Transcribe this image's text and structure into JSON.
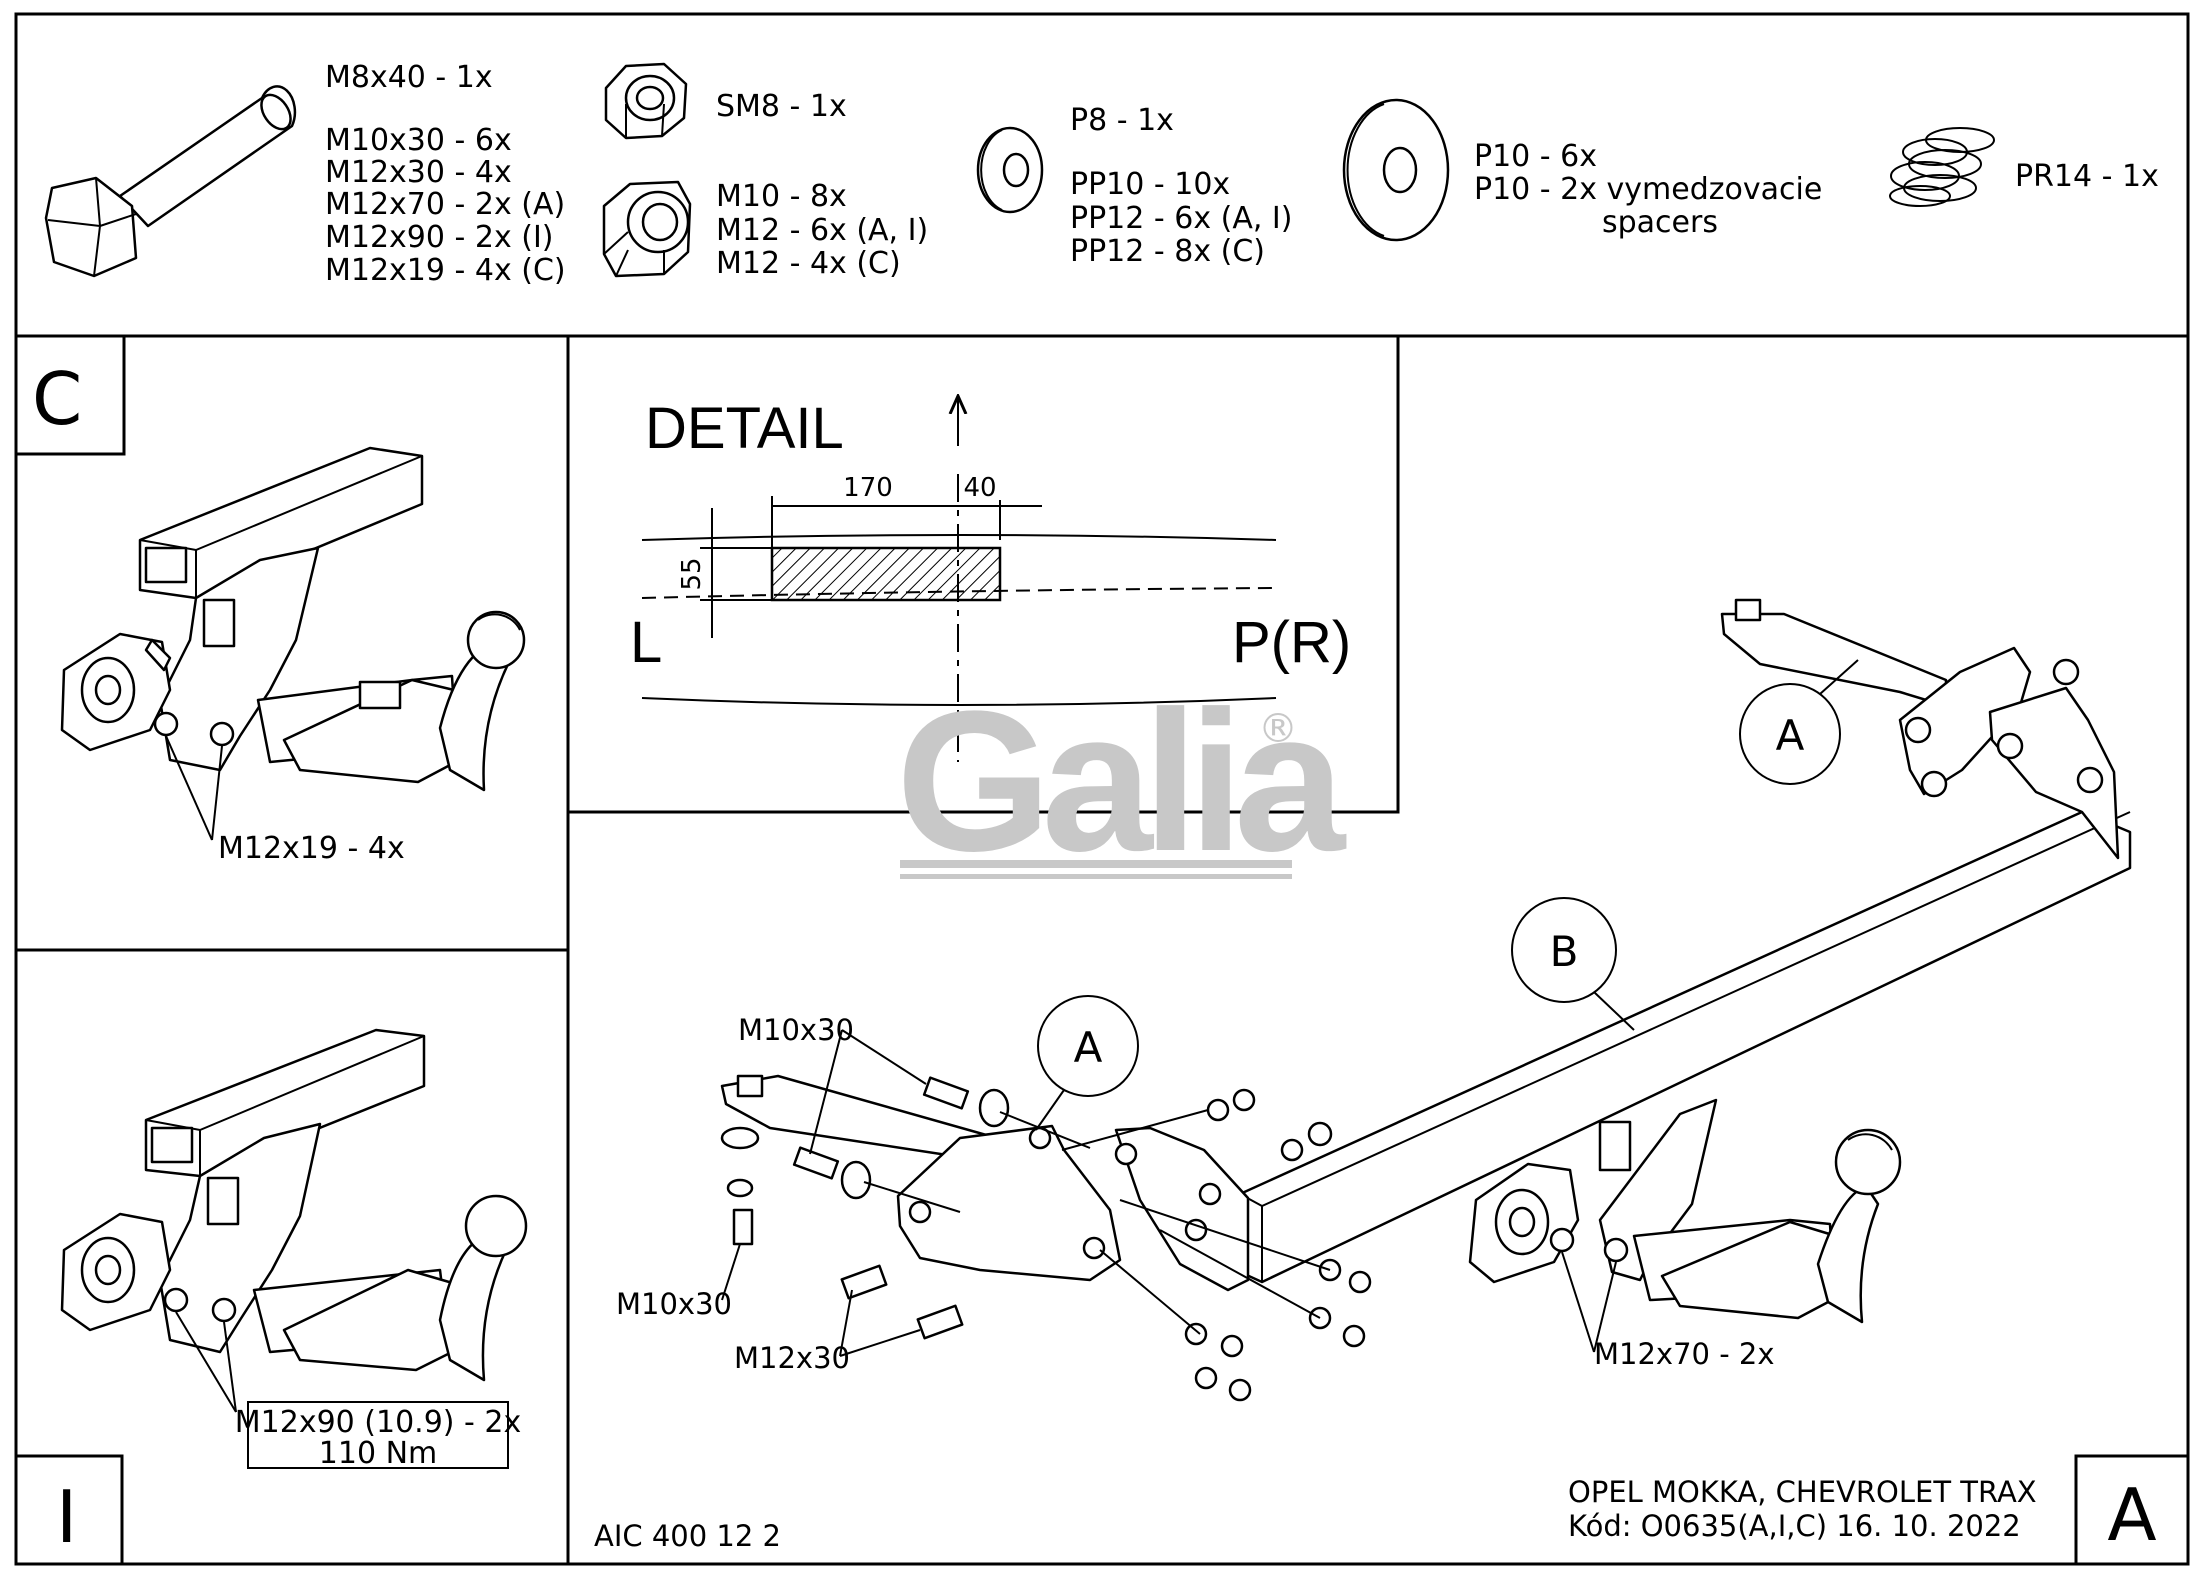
{
  "parts_list": {
    "bolt": [
      "M8x40 - 1x",
      "M10x30 - 6x",
      "M12x30 - 4x",
      "M12x70 - 2x (A)",
      "M12x90 - 2x (I)",
      "M12x19 - 4x (C)"
    ],
    "lock_nut": "SM8 - 1x",
    "nut": [
      "M10 - 8x",
      "M12 - 6x (A, I)",
      "M12 - 4x (C)"
    ],
    "washer": [
      "P8 - 1x",
      "PP10 - 10x",
      "PP12 - 6x (A, I)",
      "PP12 - 8x (C)"
    ],
    "large_washer": [
      "P10 - 6x",
      "P10 - 2x vymedzovacie",
      "spacers"
    ],
    "spring": "PR14 - 1x"
  },
  "panel_c": {
    "letter": "C",
    "callout": "M12x19 - 4x"
  },
  "panel_i": {
    "letter": "I",
    "callout_line1": "M12x90 (10.9) - 2x",
    "callout_line2": "110 Nm"
  },
  "detail": {
    "title": "DETAIL",
    "dim_length": "170",
    "dim_offset": "40",
    "dim_height": "55",
    "left_label": "L",
    "right_label": "P(R)"
  },
  "watermark": {
    "text": "Galia",
    "mark": "®"
  },
  "main": {
    "letter": "A",
    "bracket_label": "A",
    "bar_label": "B",
    "bolt_m10x30_top": "M10x30",
    "bolt_m10x30_left": "M10x30",
    "bolt_m12x30": "M12x30",
    "bolt_m12x70": "M12x70 - 2x"
  },
  "footer": {
    "code": "AIC 400 12 2",
    "vehicle": "OPEL MOKKA, CHEVROLET TRAX",
    "kod": "Kód: O0635(A,I,C)  16. 10. 2022"
  }
}
